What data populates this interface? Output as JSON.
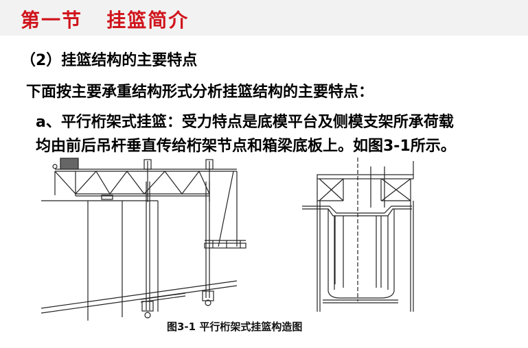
{
  "title": "第一节   挂篮简介",
  "section_heading": "（2）挂篮结构的主要特点",
  "intro": "下面按主要承重结构形式分析挂篮结构的主要特点：",
  "item_a_line1": "a、平行桁架式挂篮：受力特点是底模平台及侧模支架所承荷载",
  "item_a_line2": "均由前后吊杆垂直传给桁架节点和箱梁底板上。如图3-1所示。",
  "figure_caption": "图3-1  平行桁架式挂篮构造图"
}
